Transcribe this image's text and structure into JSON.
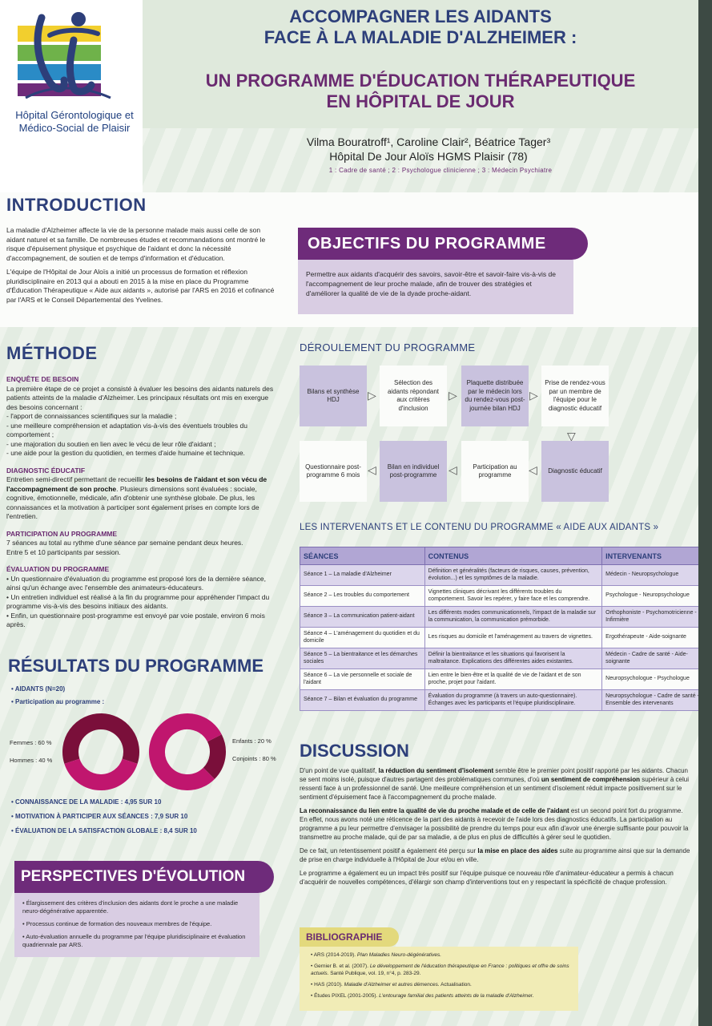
{
  "header": {
    "hospital_name": "Hôpital Gérontologique et Médico-Social de Plaisir",
    "title_line1": "ACCOMPAGNER LES AIDANTS",
    "title_line2": "FACE À LA MALADIE D'ALZHEIMER :",
    "title_line3": "UN PROGRAMME D'ÉDUCATION THÉRAPEUTIQUE",
    "title_line4": "EN HÔPITAL DE JOUR",
    "authors": "Vilma Bouratroff¹, Caroline Clair², Béatrice Tager³",
    "institution": "Hôpital De Jour Aloïs HGMS Plaisir (78)",
    "affiliations": "1 : Cadre de santé ; 2 : Psychologue clinicienne ; 3 : Médecin Psychiatre"
  },
  "introduction": {
    "heading": "INTRODUCTION",
    "p1": "La maladie d'Alzheimer affecte la vie de la personne malade mais aussi celle de son aidant naturel et sa famille. De nombreuses études et recommandations ont montré le risque d'épuisement physique et psychique de l'aidant et donc la nécessité d'accompagnement, de soutien et de temps d'information et d'éducation.",
    "p2": "L'équipe de l'Hôpital de Jour Aloïs a initié un processus de formation et réflexion pluridisciplinaire en 2013 qui a abouti en 2015 à la mise en place du Programme d'Éducation Thérapeutique « Aide aux aidants », autorisé par l'ARS en 2016 et cofinancé par l'ARS et le Conseil Départemental des Yvelines."
  },
  "objectifs": {
    "heading": "OBJECTIFS DU PROGRAMME",
    "text": "Permettre aux aidants d'acquérir des savoirs, savoir-être et savoir-faire vis-à-vis de l'accompagnement de leur proche malade, afin de trouver des stratégies et d'améliorer la qualité de vie de la dyade proche-aidant."
  },
  "methode": {
    "heading": "MÉTHODE",
    "enquete_title": "ENQUÊTE DE BESOIN",
    "enquete_intro_a": "La première étape de ce projet a consisté à évaluer les besoins des aidants naturels des patients atteints de la maladie d'Alzheimer. Les principaux résultats ont mis en exergue des besoins concernant :",
    "enquete_items": [
      "- l'apport de connaissances scientifiques sur la maladie ;",
      "- une meilleure compréhension et adaptation vis-à-vis des éventuels troubles du comportement ;",
      "- une majoration du soutien en lien avec le vécu de leur rôle d'aidant ;",
      "- une aide pour la gestion du quotidien, en termes d'aide humaine et technique."
    ],
    "diag_title": "DIAGNOSTIC ÉDUCATIF",
    "diag_a": "Entretien semi-directif permettant de recueillir ",
    "diag_b": "les besoins de l'aidant et son vécu de l'accompagnement de son proche",
    "diag_c": ". Plusieurs dimensions sont évaluées : sociale, cognitive, émotionnelle, médicale, afin d'obtenir une synthèse globale. De plus, les connaissances et la motivation à participer sont également prises en compte lors de l'entretien.",
    "part_title": "PARTICIPATION AU PROGRAMME",
    "part_text1": "7 séances au total au rythme d'une séance par semaine pendant deux heures.",
    "part_text2": "Entre 5 et 10 participants par session.",
    "eval_title": "ÉVALUATION DU PROGRAMME",
    "eval_items": [
      "• Un questionnaire d'évaluation du programme est proposé lors de la dernière séance, ainsi qu'un échange avec l'ensemble des animateurs-éducateurs.",
      "• Un entretien individuel est réalisé à la fin du programme pour appréhender l'impact du programme vis-à-vis des besoins initiaux des aidants.",
      "• Enfin, un questionnaire post-programme est envoyé par voie postale, environ 6 mois après."
    ]
  },
  "deroulement": {
    "heading": "DÉROULEMENT DU PROGRAMME",
    "steps": [
      "Bilans et synthèse HDJ",
      "Sélection des aidants répondant aux critères d'inclusion",
      "Plaquette distribuée par le médecin lors du rendez-vous post-journée bilan HDJ",
      "Prise de rendez-vous par un membre de l'équipe pour le diagnostic éducatif",
      "Diagnostic éducatif",
      "Participation au programme",
      "Bilan en individuel post-programme",
      "Questionnaire post-programme 6 mois"
    ]
  },
  "table": {
    "heading": "LES INTERVENANTS ET LE CONTENU DU PROGRAMME « AIDE AUX AIDANTS »",
    "columns": [
      "SÉANCES",
      "CONTENUS",
      "INTERVENANTS"
    ],
    "rows": [
      [
        "Séance 1 – La maladie d'Alzheimer",
        "Définition et généralités (facteurs de risques, causes, prévention, évolution...) et les symptômes de la maladie.",
        "Médecin - Neuropsychologue"
      ],
      [
        "Séance 2 – Les troubles du comportement",
        "Vignettes cliniques décrivant les différents troubles du comportement. Savoir les repérer, y faire face et les comprendre.",
        "Psychologue - Neuropsychologue"
      ],
      [
        "Séance 3 – La communication patient-aidant",
        "Les différents modes communicationnels, l'impact de la maladie sur la communication, la communication prémorbide.",
        "Orthophoniste - Psychomotricienne - Infirmière"
      ],
      [
        "Séance 4 – L'aménagement du quotidien et du domicile",
        "Les risques au domicile et l'aménagement au travers de vignettes.",
        "Ergothérapeute - Aide-soignante"
      ],
      [
        "Séance 5 – La bientraitance et les démarches sociales",
        "Définir la bientraitance et les situations qui favorisent la maltraitance. Explications des différentes aides existantes.",
        "Médecin - Cadre de santé - Aide-soignante"
      ],
      [
        "Séance 6 – La vie personnelle et sociale de l'aidant",
        "Lien entre le bien-être et la qualité de vie de l'aidant et de son proche, projet pour l'aidant.",
        "Neuropsychologue - Psychologue"
      ],
      [
        "Séance 7 – Bilan et évaluation du programme",
        "Évaluation du programme (à travers un auto-questionnaire). Échanges avec les participants et l'équipe pluridisciplinaire.",
        "Neuropsychologue - Cadre de santé - Ensemble des intervenants"
      ]
    ]
  },
  "resultats": {
    "heading": "RÉSULTATS DU PROGRAMME",
    "aidants": "• AIDANTS (N=20)",
    "participation": "• Participation au programme :",
    "donut1_labels": [
      "Femmes : 60 %",
      "Hommes : 40 %"
    ],
    "donut2_labels": [
      "Enfants : 20 %",
      "Conjoints : 80 %"
    ],
    "stats": [
      "• CONNAISSANCE DE LA MALADIE : 4,95 SUR 10",
      "• MOTIVATION À PARTICIPER AUX SÉANCES : 7,9 SUR 10",
      "• ÉVALUATION DE LA SATISFACTION GLOBALE : 8,4 SUR 10"
    ],
    "colors": {
      "dark": "#7a0f3a",
      "light": "#c0166e"
    }
  },
  "chart_data": [
    {
      "type": "pie",
      "categories": [
        "Femmes",
        "Hommes"
      ],
      "values": [
        60,
        40
      ]
    },
    {
      "type": "pie",
      "categories": [
        "Enfants",
        "Conjoints"
      ],
      "values": [
        20,
        80
      ]
    }
  ],
  "perspectives": {
    "heading": "PERSPECTIVES D'ÉVOLUTION",
    "items": [
      "• Élargissement des critères d'inclusion des aidants dont le proche a une maladie neuro-dégénérative apparentée.",
      "• Processus continue de formation des nouveaux membres de l'équipe.",
      "• Auto-évaluation annuelle du programme par l'équipe pluridisciplinaire et évaluation quadriennale par ARS."
    ]
  },
  "discussion": {
    "heading": "DISCUSSION",
    "p1a": "D'un point de vue qualitatif, ",
    "p1b": "la réduction du sentiment d'isolement",
    "p1c": " semble être le premier point positif rapporté par les aidants. Chacun se sent moins isolé, puisque d'autres partagent des problématiques communes, d'où ",
    "p1d": "un sentiment de compréhension",
    "p1e": " supérieur à celui ressenti face à un professionnel de santé. Une meilleure compréhension et un sentiment d'isolement réduit impacte positivement sur le sentiment d'épuisement face à l'accompagnement du proche malade.",
    "p2a": "La reconnaissance du lien entre la qualité de vie du proche malade et de celle de l'aidant",
    "p2b": " est un second point fort du programme. En effet, nous avons noté une réticence de la part des aidants à recevoir de l'aide lors des diagnostics éducatifs. La participation au programme a pu leur permettre d'envisager la possibilité de prendre du temps pour eux afin d'avoir une énergie suffisante pour pouvoir la transmettre au proche malade, qui de par sa maladie, a de plus en plus de difficultés à gérer seul le quotidien.",
    "p3a": "De ce fait, un retentissement positif a également été perçu sur ",
    "p3b": "la mise en place des aides",
    "p3c": " suite au programme ainsi que sur la demande de prise en charge individuelle à l'Hôpital de Jour et/ou en ville.",
    "p4": "Le programme a également eu un impact très positif sur l'équipe puisque ce nouveau rôle d'animateur-éducateur a permis à chacun d'acquérir de nouvelles compétences, d'élargir son champ d'interventions tout en y respectant la spécificité de chaque profession."
  },
  "bibliographie": {
    "heading": "BIBLIOGRAPHIE",
    "refs": [
      {
        "a": "• ARS (2014-2019). ",
        "b": "Plan Maladies Neuro-dégénératives.",
        "c": ""
      },
      {
        "a": "• Gernier B. et al. (2007). ",
        "b": "Le développement de l'éducation thérapeutique en France : politiques et offre de soins actuels.",
        "c": " Santé Publique, vol. 19, n°4, p. 283-29."
      },
      {
        "a": "• HAS (2010). ",
        "b": "Maladie d'Alzheimer et autres démences.",
        "c": " Actualisation."
      },
      {
        "a": "• Études PIXEL (2001-2005). ",
        "b": "L'entourage familial des patients atteints de la maladie d'Alzheimer.",
        "c": ""
      }
    ]
  }
}
